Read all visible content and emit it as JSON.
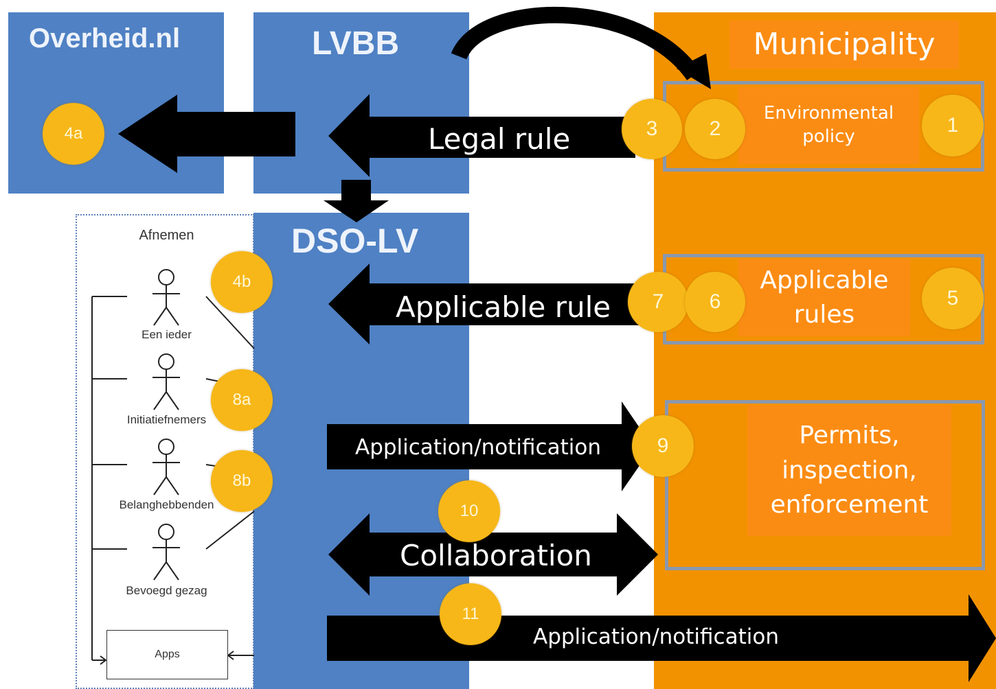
{
  "panels": {
    "overheid_title": "Overheid.nl",
    "lvbb_title": "LVBB",
    "dso_title": "DSO-LV",
    "municipality_title": "Municipality"
  },
  "boxes": {
    "environmental_policy_line1": "Environmental",
    "environmental_policy_line2": "policy",
    "applicable_rules_line1": "Applicable",
    "applicable_rules_line2": "rules",
    "permits_line1": "Permits,",
    "permits_line2": "inspection,",
    "permits_line3": "enforcement"
  },
  "arrows": {
    "legal_rule": "Legal rule",
    "applicable_rule": "Applicable rule",
    "application_notification_1": "Application/notification",
    "collaboration": "Collaboration",
    "application_notification_2": "Application/notification"
  },
  "badges": {
    "b1": "1",
    "b2": "2",
    "b3": "3",
    "b4a": "4a",
    "b4b": "4b",
    "b5": "5",
    "b6": "6",
    "b7": "7",
    "b8a": "8a",
    "b8b": "8b",
    "b9": "9",
    "b10": "10",
    "b11": "11"
  },
  "afnemen": {
    "title": "Afnemen",
    "actors": [
      "Een ieder",
      "Initiatiefnemers",
      "Belanghebbenden",
      "Bevoegd gezag"
    ],
    "apps_label": "Apps"
  },
  "colors": {
    "blue_panel": "#4f81c4",
    "orange_panel": "#f39200",
    "orange_box": "#fb8c13",
    "badge": "#f7b718",
    "arrow": "#000000"
  }
}
